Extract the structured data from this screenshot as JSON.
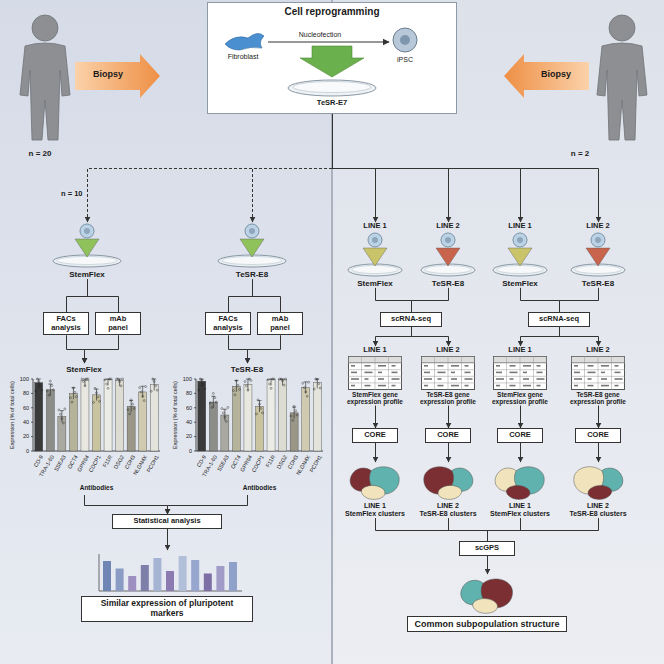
{
  "diagram": {
    "nodes": [
      {
        "text": [
          "Cell reprogramming"
        ]
      },
      {
        "text": [
          "StemFlex"
        ]
      },
      {
        "text": [
          "TeSR-E8"
        ]
      },
      {
        "text": [
          "FACs analysis"
        ]
      },
      {
        "text": [
          "mAb panel"
        ]
      },
      {
        "text": [
          "FACs analysis"
        ]
      },
      {
        "text": [
          "mAb panel"
        ]
      },
      {
        "text": [
          "StemFlex"
        ]
      },
      {
        "text": [
          "TeSR-E8"
        ]
      },
      {
        "text": [
          "Statistical analysis"
        ]
      },
      {
        "text": [
          "Similar expression of pluripotent markers"
        ]
      },
      {
        "text": [
          "LINE 1",
          "StemFlex"
        ]
      },
      {
        "text": [
          "LINE 2",
          "TeSR-E8"
        ]
      },
      {
        "text": [
          "LINE 1",
          "StemFlex"
        ]
      },
      {
        "text": [
          "LINE 2",
          "TeSR-E8"
        ]
      },
      {
        "text": [
          "scRNA-seq"
        ]
      },
      {
        "text": [
          "scRNA-seq"
        ]
      },
      {
        "text": [
          "LINE 1",
          "StemFlex gene expression profile"
        ]
      },
      {
        "text": [
          "LINE 2",
          "TeSR-E8 gene expression profile"
        ]
      },
      {
        "text": [
          "LINE 1",
          "StemFlex gene expression profile"
        ]
      },
      {
        "text": [
          "LINE 2",
          "TeSR-E8 gene expression profile"
        ]
      },
      {
        "text": [
          "CORE"
        ]
      },
      {
        "text": [
          "CORE"
        ]
      },
      {
        "text": [
          "CORE"
        ]
      },
      {
        "text": [
          "CORE"
        ]
      },
      {
        "text": [
          "LINE 1",
          "StemFlex clusters"
        ]
      },
      {
        "text": [
          "LINE 2",
          "TeSR-E8 clusters"
        ]
      },
      {
        "text": [
          "LINE 1",
          "StemFlex clusters"
        ]
      },
      {
        "text": [
          "LINE 2",
          "TeSR-E8 clusters"
        ]
      },
      {
        "text": [
          "scGPS"
        ]
      },
      {
        "text": [
          "Common subpopulation structure"
        ]
      }
    ],
    "edges": [
      {
        "from": 0,
        "to": 1,
        "arrow": "to",
        "label": "n = 10"
      },
      {
        "from": 0,
        "to": 2,
        "arrow": "to"
      },
      {
        "from": 0,
        "to": 11,
        "arrow": "to"
      },
      {
        "from": 0,
        "to": 12,
        "arrow": "to"
      },
      {
        "from": 0,
        "to": 13,
        "arrow": "to"
      },
      {
        "from": 0,
        "to": 14,
        "arrow": "to"
      },
      {
        "from": 1,
        "to": 3,
        "arrow": "none"
      },
      {
        "from": 1,
        "to": 4,
        "arrow": "none"
      },
      {
        "from": 2,
        "to": 5,
        "arrow": "none"
      },
      {
        "from": 2,
        "to": 6,
        "arrow": "none"
      },
      {
        "from": 3,
        "to": 7,
        "arrow": "to"
      },
      {
        "from": 4,
        "to": 7,
        "arrow": "to"
      },
      {
        "from": 5,
        "to": 8,
        "arrow": "to"
      },
      {
        "from": 6,
        "to": 8,
        "arrow": "to"
      },
      {
        "from": 7,
        "to": 9,
        "arrow": "to"
      },
      {
        "from": 8,
        "to": 9,
        "arrow": "to"
      },
      {
        "from": 9,
        "to": 10,
        "arrow": "to"
      },
      {
        "from": 11,
        "to": 15,
        "arrow": "none"
      },
      {
        "from": 12,
        "to": 15,
        "arrow": "none"
      },
      {
        "from": 13,
        "to": 16,
        "arrow": "none"
      },
      {
        "from": 14,
        "to": 16,
        "arrow": "none"
      },
      {
        "from": 15,
        "to": 17,
        "arrow": "to"
      },
      {
        "from": 15,
        "to": 18,
        "arrow": "to"
      },
      {
        "from": 16,
        "to": 19,
        "arrow": "to"
      },
      {
        "from": 16,
        "to": 20,
        "arrow": "to"
      },
      {
        "from": 17,
        "to": 21,
        "arrow": "to"
      },
      {
        "from": 18,
        "to": 22,
        "arrow": "to"
      },
      {
        "from": 19,
        "to": 23,
        "arrow": "to"
      },
      {
        "from": 20,
        "to": 24,
        "arrow": "to"
      },
      {
        "from": 21,
        "to": 25,
        "arrow": "to"
      },
      {
        "from": 22,
        "to": 26,
        "arrow": "to"
      },
      {
        "from": 23,
        "to": 27,
        "arrow": "to"
      },
      {
        "from": 24,
        "to": 28,
        "arrow": "to"
      },
      {
        "from": 25,
        "to": 29,
        "arrow": "none"
      },
      {
        "from": 26,
        "to": 29,
        "arrow": "none"
      },
      {
        "from": 27,
        "to": 29,
        "arrow": "none"
      },
      {
        "from": 28,
        "to": 29,
        "arrow": "none"
      },
      {
        "from": 29,
        "to": 30,
        "arrow": "to"
      }
    ],
    "labels": [
      "Biopsy",
      "Biopsy",
      "n = 20",
      "n = 2",
      "Fibroblast",
      "Nucleofection",
      "iPSC",
      "TeSR-E7",
      "Expression (% of total cells)",
      "100",
      "80",
      "60",
      "40",
      "20",
      "0",
      "CD-9",
      "TRA-1-60",
      "SSEA3",
      "OCT4",
      "GPR64",
      "CDCP1",
      "F11R",
      "DSG2",
      "CDH3",
      "NLGN4X",
      "PCDH1",
      "Antibodies",
      "Expression (% of total cells)",
      "100",
      "80",
      "60",
      "40",
      "20",
      "0",
      "CD-9",
      "TRA-1-60",
      "SSEA3",
      "OCT4",
      "GPR64",
      "CDCP1",
      "F11R",
      "DSG2",
      "CDH3",
      "NLGN4X",
      "PCDH1",
      "Antibodies"
    ]
  }
}
